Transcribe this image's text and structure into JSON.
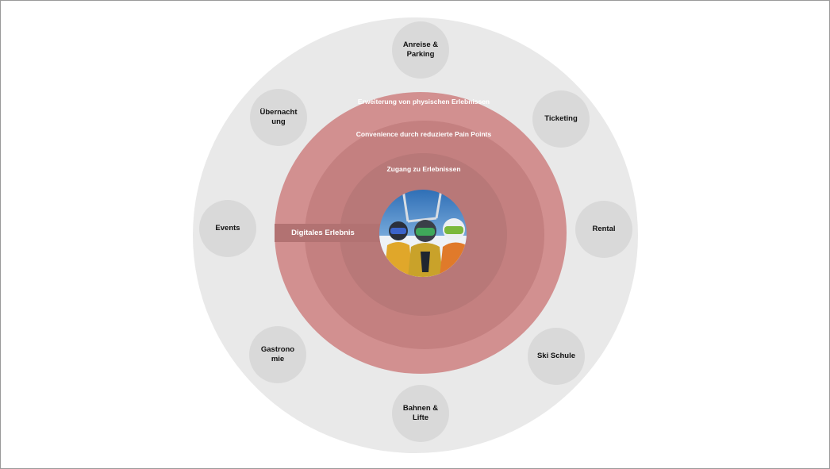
{
  "diagram": {
    "center_image": "skier-selfie-photo",
    "rings": [
      {
        "label": "Erweiterung von physischen Erlebnissen"
      },
      {
        "label": "Convenience durch reduzierte Pain Points"
      },
      {
        "label": "Zugang zu Erlebnissen"
      }
    ],
    "core_label": "Digitales Erlebnis",
    "nodes": {
      "anreise": "Anreise & Parking",
      "ticketing": "Ticketing",
      "rental": "Rental",
      "skischule": "Ski Schule",
      "bahnen": "Bahnen & Lifte",
      "gastronomie": "Gastrono mie",
      "events": "Events",
      "uebernachtung": "Übernacht ung"
    },
    "colors": {
      "outer_ring": "#e9e9e9",
      "ring_1": "#d29090",
      "ring_2": "#c48080",
      "ring_3": "#b87878",
      "node": "#d9d9d9",
      "core_bar": "#b27272"
    }
  }
}
